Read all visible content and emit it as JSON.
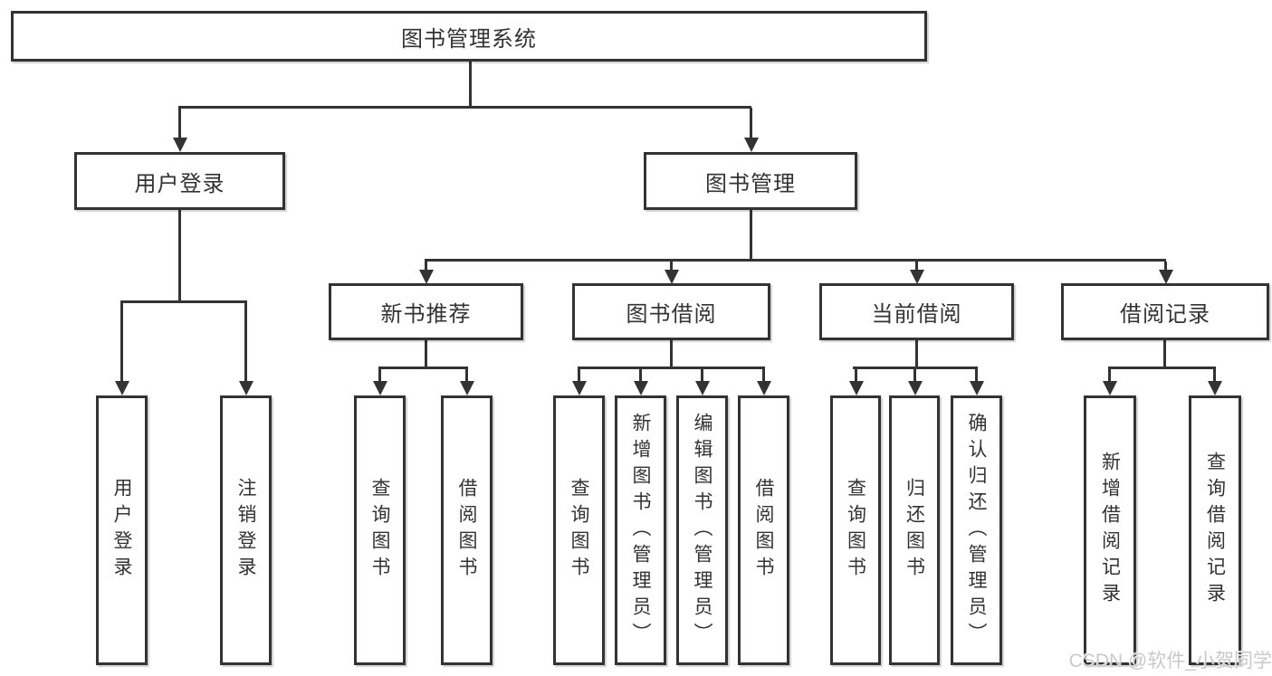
{
  "diagram": {
    "root": {
      "label": "图书管理系统"
    },
    "branches": [
      {
        "label": "用户登录",
        "leaves": [
          "用户登录",
          "注销登录"
        ]
      },
      {
        "label": "图书管理",
        "groups": [
          {
            "label": "新书推荐",
            "leaves": [
              "查询图书",
              "借阅图书"
            ]
          },
          {
            "label": "图书借阅",
            "leaves": [
              "查询图书",
              "新增图书（管理员）",
              "编辑图书（管理员）",
              "借阅图书"
            ]
          },
          {
            "label": "当前借阅",
            "leaves": [
              "查询图书",
              "归还图书",
              "确认归还（管理员）"
            ]
          },
          {
            "label": "借阅记录",
            "leaves": [
              "新增借阅记录",
              "查询借阅记录"
            ]
          }
        ]
      }
    ]
  },
  "watermark": {
    "text": "CSDN @软件_小贺同学"
  },
  "colors": {
    "line": "#333333",
    "text": "#333333",
    "box_bg": "#ffffff",
    "page_bg": "#ffffff",
    "watermark": "#c9c9c9"
  }
}
